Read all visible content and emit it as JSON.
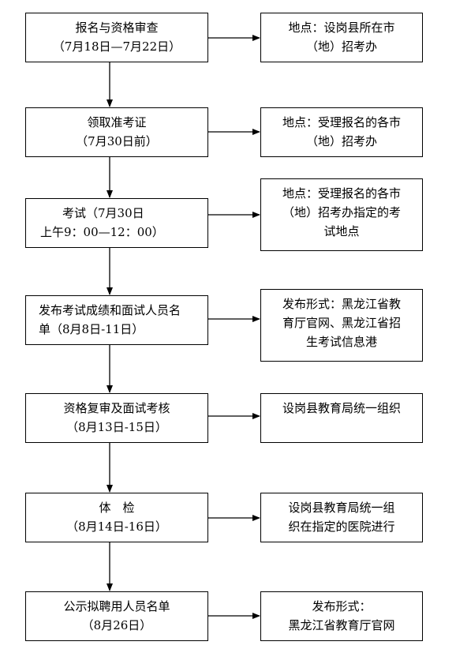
{
  "steps": [
    {
      "lines": [
        "报名与资格审查",
        "（7月18日—7月22日）"
      ],
      "note": [
        "地点：设岗县所在市",
        "（地）招考办"
      ]
    },
    {
      "lines": [
        "领取准考证",
        "（7月30日前）"
      ],
      "note": [
        "地点：受理报名的各市",
        "（地）招考办"
      ]
    },
    {
      "lines": [
        "考试（7月30日",
        "上午9：00—12：00）"
      ],
      "note": [
        "地点：受理报名的各市",
        "（地）招考办指定的考",
        "试地点"
      ]
    },
    {
      "lines": [
        "发布考试成绩和面试人员名",
        "单（8月8日-11日）"
      ],
      "note": [
        "发布形式：黑龙江省教",
        "育厅官网、黑龙江省招",
        "生考试信息港"
      ]
    },
    {
      "lines": [
        "资格复审及面试考核",
        "（8月13日-15日）"
      ],
      "note": [
        "设岗县教育局统一组织"
      ]
    },
    {
      "lines": [
        "体　检",
        "（8月14日-16日）"
      ],
      "note": [
        "设岗县教育局统一组",
        "织在指定的医院进行"
      ]
    },
    {
      "lines": [
        "公示拟聘用人员名单",
        "（8月26日）"
      ],
      "note": [
        "发布形式：",
        "黑龙江省教育厅官网"
      ]
    }
  ]
}
